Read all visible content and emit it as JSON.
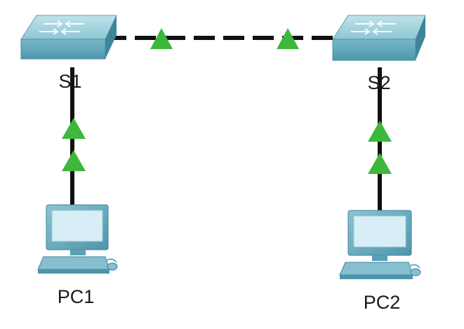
{
  "nodes": {
    "s1": {
      "label": "S1"
    },
    "s2": {
      "label": "S2"
    },
    "pc1": {
      "label": "PC1"
    },
    "pc2": {
      "label": "PC2"
    }
  },
  "links": {
    "s1_s2": {
      "style": "dashed",
      "status": "up"
    },
    "s1_pc1": {
      "style": "solid",
      "status": "up"
    },
    "s2_pc2": {
      "style": "solid",
      "status": "up"
    }
  },
  "colors": {
    "switch_top": "#9fd0dc",
    "switch_front": "#5fa7bb",
    "link": "#111111",
    "link_up": "#3db83d",
    "pc_body": "#6aaec2",
    "pc_screen": "#d8eef6"
  },
  "icons": {
    "switch": "switch-icon",
    "pc": "pc-icon",
    "port_up": "triangle-up-icon"
  }
}
